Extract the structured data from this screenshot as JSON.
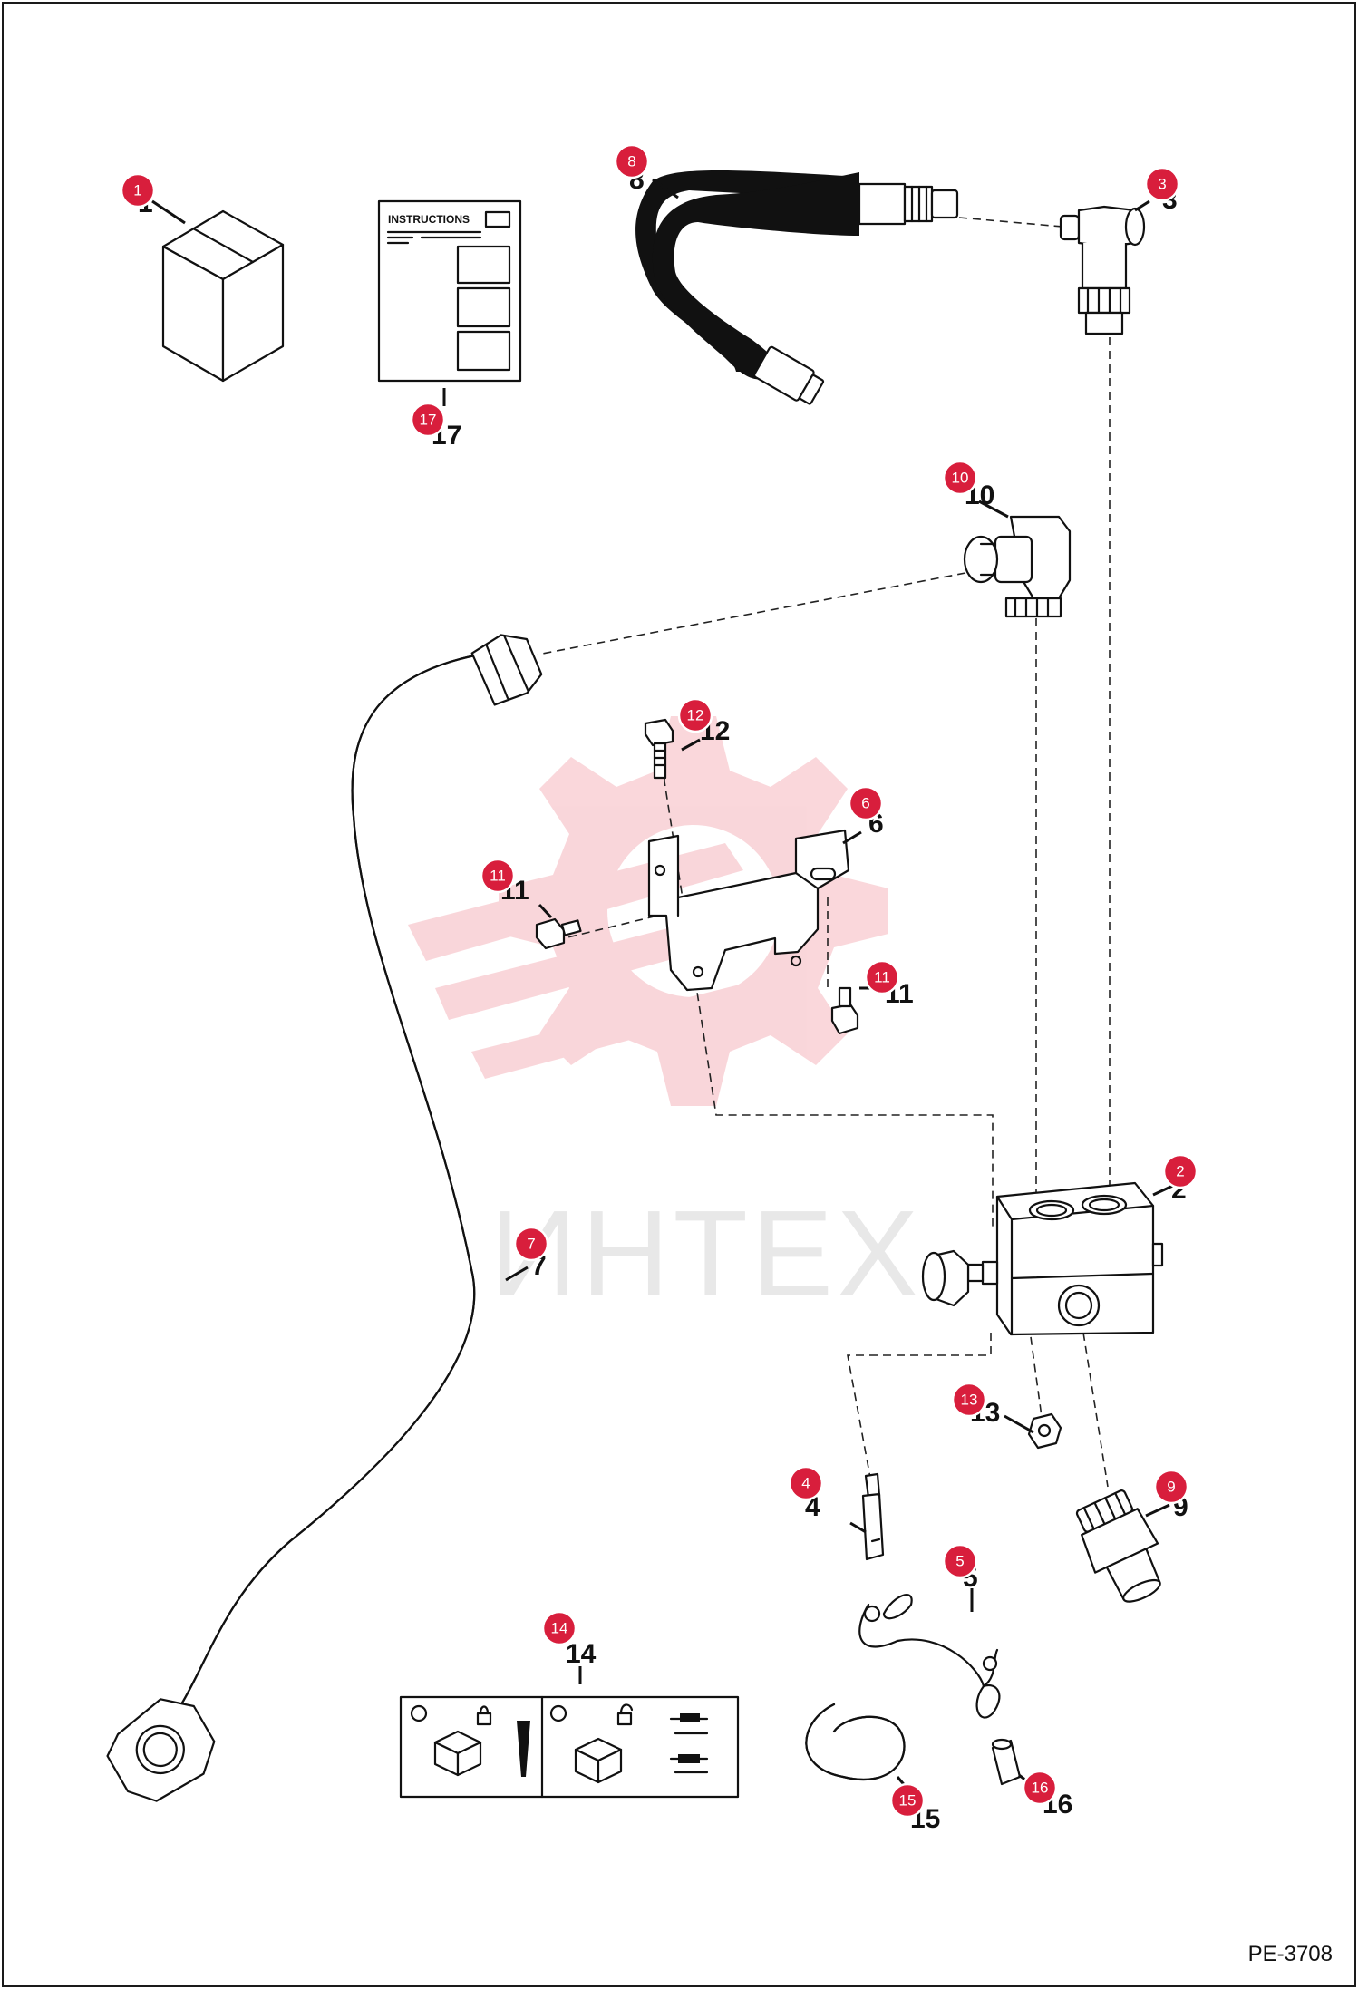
{
  "drawing_code": "PE-3708",
  "watermark": {
    "text": "ИНТЕХ",
    "color": "#e84a5a"
  },
  "bubble_color": "#d81e3c",
  "instructions_title": "INSTRUCTIONS",
  "parts": [
    {
      "id": "1",
      "callout": "1"
    },
    {
      "id": "2",
      "callout": "2"
    },
    {
      "id": "3",
      "callout": "3"
    },
    {
      "id": "4",
      "callout": "4"
    },
    {
      "id": "5",
      "callout": "5"
    },
    {
      "id": "6",
      "callout": "6"
    },
    {
      "id": "7",
      "callout": "7"
    },
    {
      "id": "8",
      "callout": "8"
    },
    {
      "id": "9",
      "callout": "9"
    },
    {
      "id": "10",
      "callout": "10"
    },
    {
      "id": "11a",
      "callout": "11"
    },
    {
      "id": "11b",
      "callout": "11"
    },
    {
      "id": "12",
      "callout": "12"
    },
    {
      "id": "13",
      "callout": "13"
    },
    {
      "id": "14",
      "callout": "14"
    },
    {
      "id": "15",
      "callout": "15"
    },
    {
      "id": "16",
      "callout": "16"
    },
    {
      "id": "17",
      "callout": "17"
    }
  ]
}
